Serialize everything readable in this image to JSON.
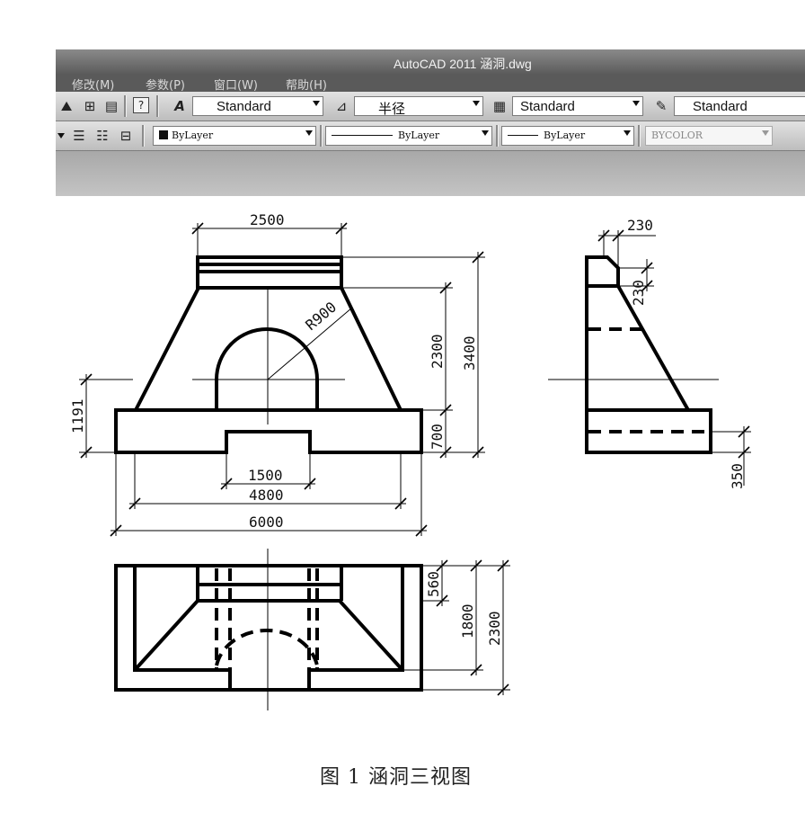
{
  "window": {
    "title": "AutoCAD 2011    涵洞.dwg"
  },
  "menu": [
    "修改(M)",
    "参数(P)",
    "窗口(W)",
    "帮助(H)"
  ],
  "toolbar1": {
    "text_style": "Standard",
    "dim_style": "半径",
    "table_style": "Standard",
    "multileader_style": "Standard"
  },
  "toolbar2": {
    "color": "ByLayer",
    "linetype": "ByLayer",
    "lineweight": "ByLayer",
    "plot_style": "BYCOLOR"
  },
  "drawing": {
    "front": {
      "dim_top": "2500",
      "dim_radius": "R900",
      "dim_2300": "2300",
      "dim_3400": "3400",
      "dim_700": "700",
      "dim_1191": "1191",
      "dim_1500": "1500",
      "dim_4800": "4800",
      "dim_6000": "6000"
    },
    "side": {
      "dim_230_top": "230",
      "dim_230_side": "230",
      "dim_350": "350"
    },
    "plan": {
      "dim_560": "560",
      "dim_1800": "1800",
      "dim_2300": "2300"
    }
  },
  "caption": "图 1    涵洞三视图"
}
